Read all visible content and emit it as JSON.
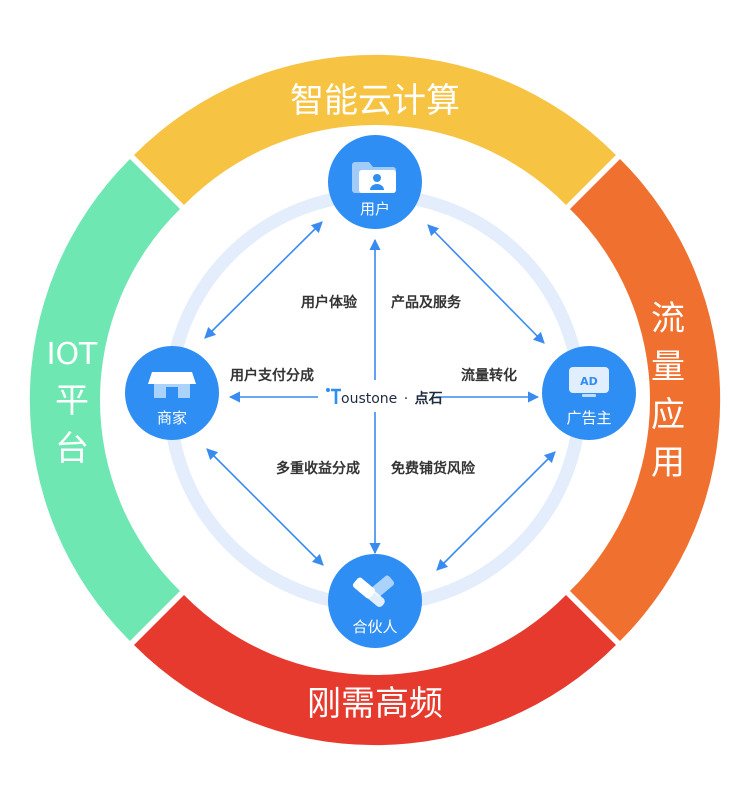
{
  "colors": {
    "top_segment": "#f7c343",
    "right_segment": "#f0712f",
    "bottom_segment": "#e63a2f",
    "left_segment": "#6fe7b3",
    "node_blue": "#2f8ef3",
    "arrow_blue": "#3a8bf0",
    "inner_ring": "#e3edfb"
  },
  "ring": {
    "top": "智能云计算",
    "right": [
      "流",
      "量",
      "应",
      "用"
    ],
    "bottom": "刚需高频",
    "left": [
      "IOT",
      "平",
      "台"
    ]
  },
  "nodes": {
    "top": {
      "label": "用户",
      "icon": "user-folder-icon"
    },
    "left": {
      "label": "商家",
      "icon": "shop-icon"
    },
    "right": {
      "label": "广告主",
      "icon": "ad-screen-icon"
    },
    "bottom": {
      "label": "合伙人",
      "icon": "handshake-icon"
    }
  },
  "flows": {
    "top_left": "用户体验",
    "top_right": "产品及服务",
    "left": "用户支付分成",
    "right": "流量转化",
    "bottom_left": "多重收益分成",
    "bottom_right": "免费铺货风险"
  },
  "center": {
    "brand": "oustone",
    "separator": "·",
    "name": "点石"
  }
}
